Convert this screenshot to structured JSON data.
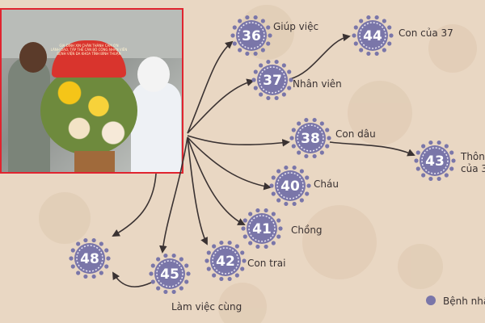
{
  "photo": {
    "ribbon_text": "GIA ĐÌNH XIN CHÂN THÀNH CẢM ƠN\nLÃNH ĐẠO, TẬP THỂ CÁN BỘ CÔNG NHÂN VIÊN\nBỆNH VIỆN ĐA KHOA TỈNH BÌNH THUẬN"
  },
  "colors": {
    "node_fill": "#7a76a9",
    "node_ring": "#e9e6f2",
    "arrow": "#3a3232",
    "background": "#e9d7c3",
    "photo_border": "#e0242f"
  },
  "nodes": [
    {
      "id": "36",
      "label": "36"
    },
    {
      "id": "37",
      "label": "37"
    },
    {
      "id": "38",
      "label": "38"
    },
    {
      "id": "40",
      "label": "40"
    },
    {
      "id": "41",
      "label": "41"
    },
    {
      "id": "42",
      "label": "42"
    },
    {
      "id": "45",
      "label": "45"
    },
    {
      "id": "48",
      "label": "48"
    },
    {
      "id": "44",
      "label": "44"
    },
    {
      "id": "43",
      "label": "43"
    }
  ],
  "relations": [
    {
      "to": "36",
      "label": "Giúp việc"
    },
    {
      "to": "37",
      "label": "Nhân viên"
    },
    {
      "to": "38",
      "label": "Con dâu"
    },
    {
      "to": "40",
      "label": "Cháu"
    },
    {
      "to": "41",
      "label": "Chồng"
    },
    {
      "to": "42",
      "label": "Con trai"
    },
    {
      "to": "45",
      "label": "Làm việc cùng"
    },
    {
      "to": "48",
      "label": ""
    },
    {
      "to": "44",
      "label": "Con của 37"
    },
    {
      "to": "43",
      "label": "Thôn\ncủa 3"
    }
  ],
  "legend": {
    "label": "Bệnh nhâ"
  }
}
